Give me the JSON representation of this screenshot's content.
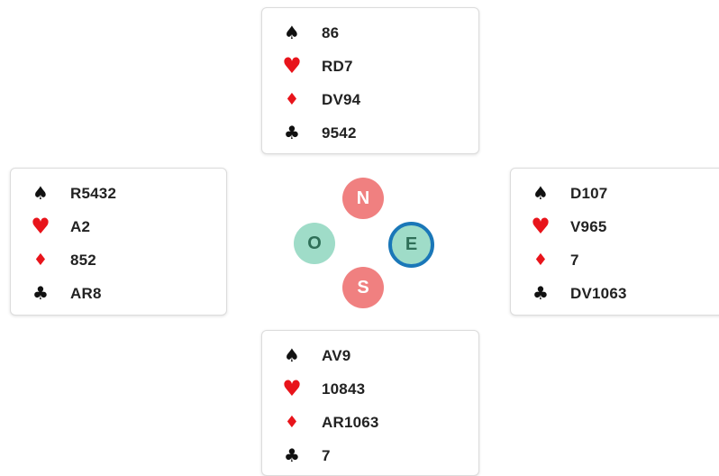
{
  "colors": {
    "red_suit": "#e8141b",
    "black_suit": "#111111",
    "ns_seat": "#f08080",
    "eo_seat": "#9fdcc8",
    "active_ring": "#1a77b8"
  },
  "icons": {
    "spade": "♠",
    "heart": "♥",
    "diamond": "♦",
    "club": "♣"
  },
  "hands": {
    "north": {
      "spades": "86",
      "hearts": "RD7",
      "diamonds": "DV94",
      "clubs": "9542"
    },
    "west": {
      "spades": "R5432",
      "hearts": "A2",
      "diamonds": "852",
      "clubs": "AR8"
    },
    "east": {
      "spades": "D107",
      "hearts": "V965",
      "diamonds": "7",
      "clubs": "DV1063"
    },
    "south": {
      "spades": "AV9",
      "hearts": "10843",
      "diamonds": "AR1063",
      "clubs": "7"
    }
  },
  "compass": {
    "north": "N",
    "south": "S",
    "west": "O",
    "east": "E",
    "active_seat": "east"
  }
}
